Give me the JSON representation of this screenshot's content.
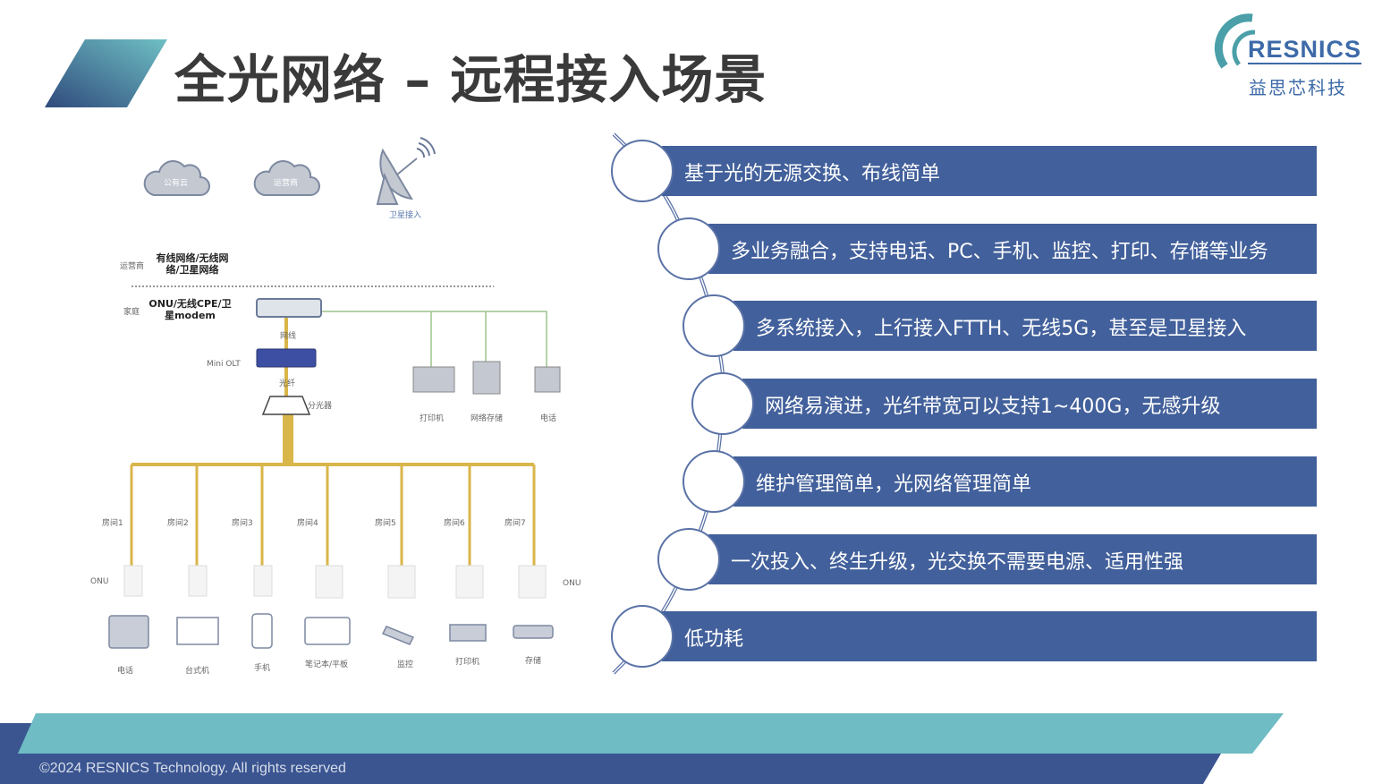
{
  "title": "全光网络 – 远程接入场景",
  "logo": {
    "word": "RESNICS",
    "cn": "益思芯科技"
  },
  "diagram": {
    "clouds": [
      "公有云",
      "运营商"
    ],
    "satellite": "卫星接入",
    "operator_label": "运营商",
    "operator_networks": "有线网络/无线网络/卫星网络",
    "home_label": "家庭",
    "home_device": "ONU/无线CPE/卫星modem",
    "cable_label": "网线",
    "olt_label": "Mini OLT",
    "fiber_label": "光纤",
    "splitter_label": "分光器",
    "side_devices": [
      "打印机",
      "网络存储",
      "电话"
    ],
    "rooms": [
      "房间1",
      "房间2",
      "房间3",
      "房间4",
      "房间5",
      "房间6",
      "房间7"
    ],
    "onu_label": "ONU",
    "end_devices": [
      "电话",
      "台式机",
      "手机",
      "笔记本/平板",
      "监控",
      "打印机",
      "存储"
    ]
  },
  "features": [
    "基于光的无源交换、布线简单",
    "多业务融合，支持电话、PC、手机、监控、打印、存储等业务",
    "多系统接入，上行接入FTTH、无线5G，甚至是卫星接入",
    "网络易演进，光纤带宽可以支持1~400G，无感升级",
    "维护管理简单，光网络管理简单",
    "一次投入、终生升级，光交换不需要电源、适用性强",
    "低功耗"
  ],
  "footer": "©2024 RESNICS Technology. All rights reserved",
  "colors": {
    "bar": "#42609b",
    "teal": "#6fbcc4",
    "dark": "#3b5591",
    "fiber": "#d9b64a",
    "ethernet": "#9cc48a"
  }
}
